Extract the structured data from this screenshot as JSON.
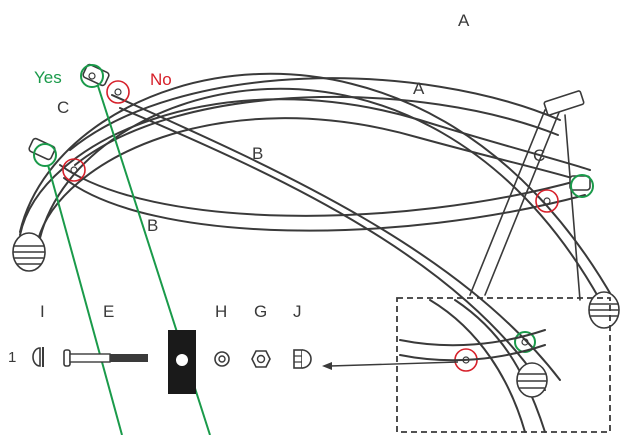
{
  "labels": {
    "yes": "Yes",
    "no": "No",
    "part_a_upper": "A",
    "part_a_lower": "A",
    "part_b_upper": "B",
    "part_b_lower": "B",
    "part_c_left": "C",
    "part_c_right": "C",
    "hardware_i": "I",
    "hardware_e": "E",
    "hardware_h": "H",
    "hardware_g": "G",
    "hardware_j": "J",
    "hardware_qty": "1"
  },
  "colors": {
    "line": "#3a3a3a",
    "yes_marker": "#1a9a4a",
    "no_marker": "#d6202a"
  }
}
